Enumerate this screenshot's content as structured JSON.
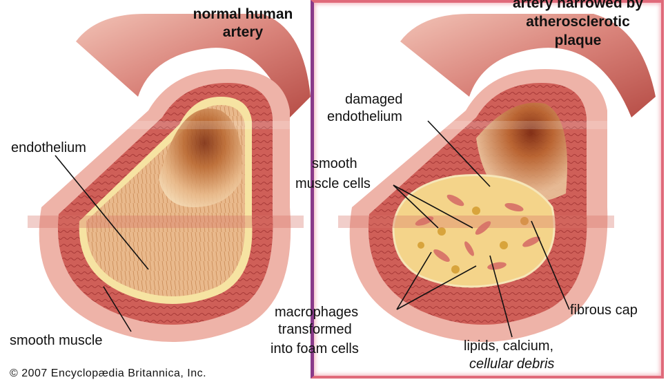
{
  "left_panel": {
    "title_line1": "normal human",
    "title_line2": "artery",
    "labels": {
      "endothelium": "endothelium",
      "smooth_muscle": "smooth muscle"
    }
  },
  "right_panel": {
    "title_line1": "artery narrowed by",
    "title_line2": "atherosclerotic",
    "title_line3": "plaque",
    "labels": {
      "damaged_endothelium_1": "damaged",
      "damaged_endothelium_2": "endothelium",
      "smooth_muscle_cells_1": "smooth",
      "smooth_muscle_cells_2": "muscle cells",
      "macrophages_1": "macrophages",
      "macrophages_2": "transformed",
      "macrophages_3": "into foam cells",
      "fibrous_cap": "fibrous cap",
      "lipids_1": "lipids, calcium,",
      "lipids_2": "cellular debris"
    }
  },
  "copyright": "© 2007 Encyclopædia Britannica, Inc.",
  "colors": {
    "vessel_outer": "#e9a99c",
    "vessel_wall": "#c9534f",
    "lumen": "#b0582c",
    "endothelium": "#f6e3a2",
    "plaque": "#f4d48a",
    "frame": "#e06a7a"
  }
}
